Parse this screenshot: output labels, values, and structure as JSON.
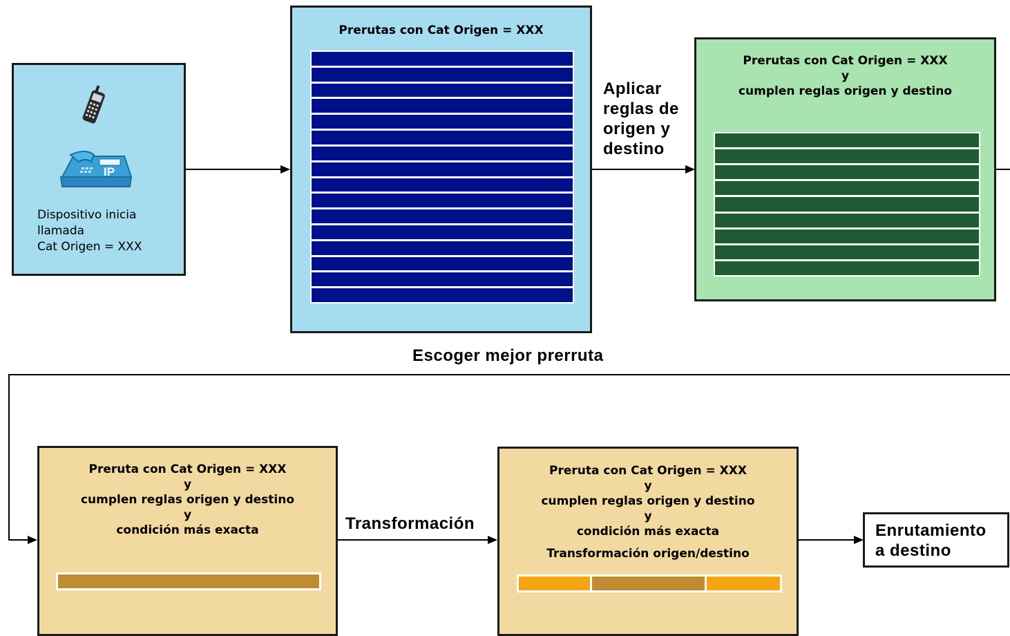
{
  "device_box": {
    "icons": [
      "mobile-phone-icon",
      "ip-phone-icon"
    ],
    "ip_label": "IP",
    "lines": [
      "Dispositivo inicia",
      "llamada",
      "Cat Origen = XXX"
    ]
  },
  "preroutes_box": {
    "title": "Prerutas con Cat Origen = XXX",
    "row_count": 16
  },
  "arrow_label_rules": [
    "Aplicar",
    "reglas de",
    "origen y",
    "destino"
  ],
  "filtered_box": {
    "title_lines": [
      "Prerutas con Cat Origen = XXX",
      "y",
      "cumplen reglas origen y destino"
    ],
    "row_count": 9
  },
  "arrow_label_best": "Escoger mejor prerruta",
  "best_box": {
    "title_lines": [
      "Preruta con Cat Origen = XXX",
      "y",
      "cumplen reglas origen y destino",
      "y",
      "condición más exacta"
    ]
  },
  "arrow_label_transform": "Transformación",
  "transformed_box": {
    "title_lines": [
      "Preruta con Cat Origen = XXX",
      "y",
      "cumplen reglas origen y destino",
      "y",
      "condición más exacta"
    ],
    "transform_label": "Transformación origen/destino"
  },
  "destination_box": {
    "lines": [
      "Enrutamiento",
      "a destino"
    ]
  },
  "colors": {
    "light_blue": "#a6dcef",
    "light_green": "#a8e3b0",
    "tan": "#f2d9a0",
    "navy_row": "#000f8a",
    "dark_green_row": "#1e5a32",
    "bronze_bar": "#bf8c32",
    "orange_bar": "#f5a511"
  }
}
